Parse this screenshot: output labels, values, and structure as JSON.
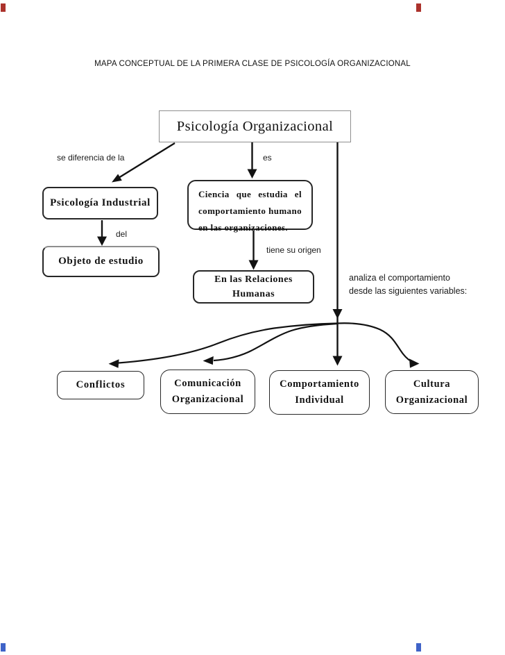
{
  "page": {
    "title": "MAPA CONCEPTUAL DE LA PRIMERA CLASE DE PSICOLOGÍA ORGANIZACIONAL"
  },
  "nodes": {
    "main": "Psicología Organizacional",
    "industrial": "Psicología Industrial",
    "objeto": "Objeto de estudio",
    "ciencia": "Ciencia que estudia el comportamiento humano en las organizaciones.",
    "relaciones": {
      "line1": "En las Relaciones",
      "line2": "Humanas"
    },
    "conflictos": "Conflictos",
    "comunicacion": {
      "line1": "Comunicación",
      "line2": "Organizacional"
    },
    "comportamiento": {
      "line1": "Comportamiento",
      "line2": "Individual"
    },
    "cultura": {
      "line1": "Cultura",
      "line2": "Organizacional"
    }
  },
  "labels": {
    "se_diferencia": "se diferencia de la",
    "es": "es",
    "del": "del",
    "tiene_su_origen": "tiene su origen",
    "analiza_linea1": "analiza el comportamiento",
    "analiza_linea2": "desde las siguientes variables:"
  },
  "colors": {
    "ink": "#121212",
    "box_border": "#262626",
    "main_box_border": "#8e8e8e",
    "mark_top": "#ab322c",
    "mark_bottom": "#3f63c8"
  }
}
